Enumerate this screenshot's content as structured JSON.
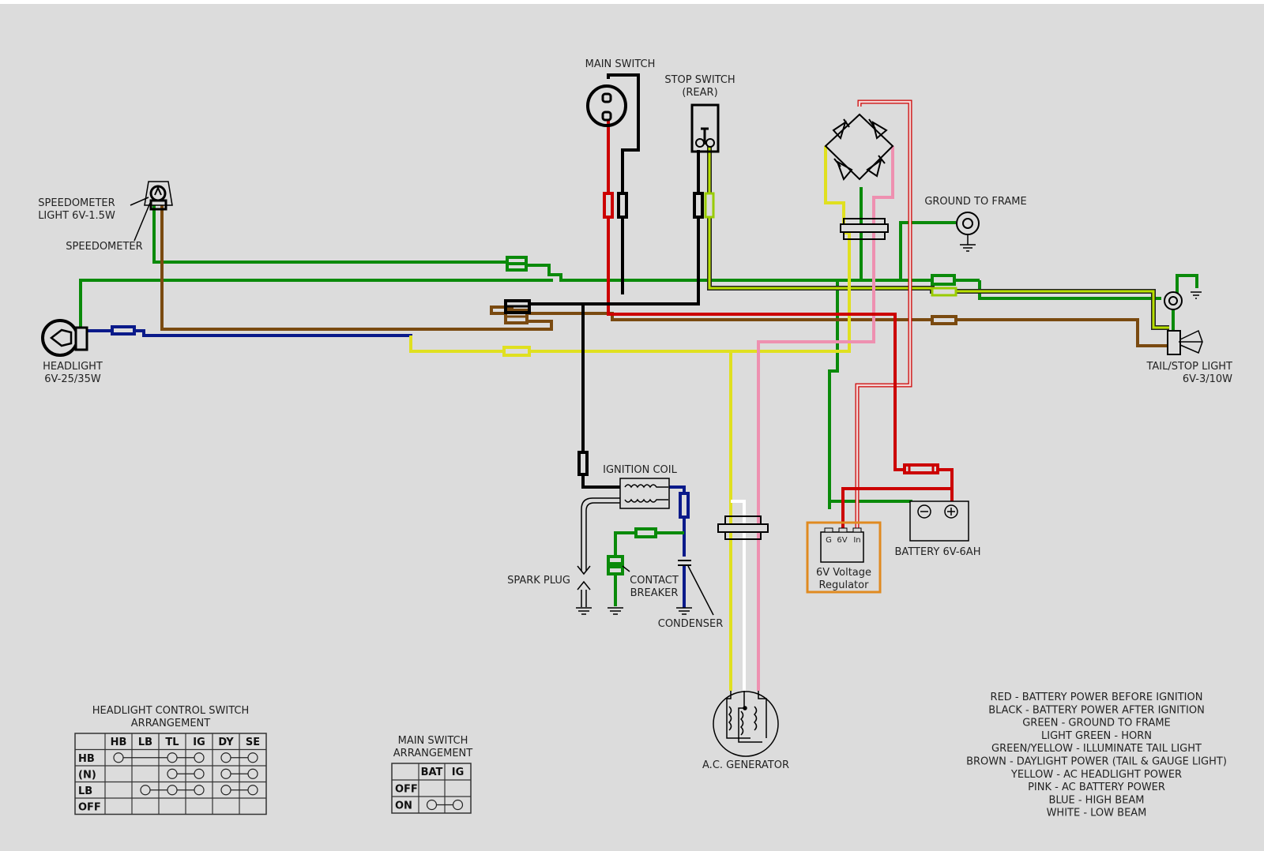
{
  "diagram": {
    "type": "motorcycle-wiring-diagram",
    "components": {
      "main_switch": "MAIN SWITCH",
      "stop_switch_l1": "STOP SWITCH",
      "stop_switch_l2": "(REAR)",
      "speedometer_light_l1": "SPEEDOMETER",
      "speedometer_light_l2": "LIGHT 6V-1.5W",
      "speedometer": "SPEEDOMETER",
      "headlight_l1": "HEADLIGHT",
      "headlight_l2": "6V-25/35W",
      "ground_to_frame": "GROUND TO FRAME",
      "tail_light_l1": "TAIL/STOP LIGHT",
      "tail_light_l2": "6V-3/10W",
      "ignition_coil": "IGNITION COIL",
      "spark_plug": "SPARK PLUG",
      "contact_breaker_l1": "CONTACT",
      "contact_breaker_l2": "BREAKER",
      "condenser": "CONDENSER",
      "ac_generator": "A.C. GENERATOR",
      "regulator_l1": "6V Voltage",
      "regulator_l2": "Regulator",
      "regulator_pins": [
        "G",
        "6V",
        "In"
      ],
      "battery": "BATTERY 6V-6AH",
      "battery_neg": "−",
      "battery_pos": "+"
    },
    "wire_colors": {
      "red": "#cc0000",
      "black": "#000000",
      "green": "#0a8a0a",
      "light_green": "#99cc00",
      "green_yellow": "#b8e000",
      "brown": "#7a4a10",
      "yellow": "#e0e020",
      "pink": "#ee90b0",
      "blue": "#0a1a8a",
      "white": "#ffffff",
      "regulator_box": "#e08a20"
    }
  },
  "headlight_switch": {
    "title_l1": "HEADLIGHT CONTROL SWITCH",
    "title_l2": "ARRANGEMENT",
    "columns": [
      "HB",
      "LB",
      "TL",
      "IG",
      "DY",
      "SE"
    ],
    "rows": [
      {
        "label": "HB",
        "connected": [
          "HB",
          "TL",
          "IG"
        ],
        "pair": [
          "DY",
          "SE"
        ]
      },
      {
        "label": "(N)",
        "connected": [
          "TL",
          "IG"
        ],
        "pair": [
          "DY",
          "SE"
        ]
      },
      {
        "label": "LB",
        "connected": [
          "LB",
          "TL",
          "IG"
        ],
        "pair": [
          "DY",
          "SE"
        ]
      },
      {
        "label": "OFF",
        "connected": [],
        "pair": []
      }
    ]
  },
  "main_switch_table": {
    "title_l1": "MAIN SWITCH",
    "title_l2": "ARRANGEMENT",
    "columns": [
      "BAT",
      "IG"
    ],
    "rows": [
      {
        "label": "OFF",
        "connected": []
      },
      {
        "label": "ON",
        "connected": [
          "BAT",
          "IG"
        ]
      }
    ]
  },
  "legend": [
    "RED - BATTERY POWER BEFORE IGNITION",
    "BLACK - BATTERY POWER AFTER IGNITION",
    "GREEN - GROUND TO FRAME",
    "LIGHT GREEN - HORN",
    "GREEN/YELLOW - ILLUMINATE TAIL LIGHT",
    "BROWN - DAYLIGHT POWER (TAIL & GAUGE LIGHT)",
    "YELLOW - AC HEADLIGHT POWER",
    "PINK - AC BATTERY POWER",
    "BLUE - HIGH BEAM",
    "WHITE - LOW BEAM"
  ]
}
